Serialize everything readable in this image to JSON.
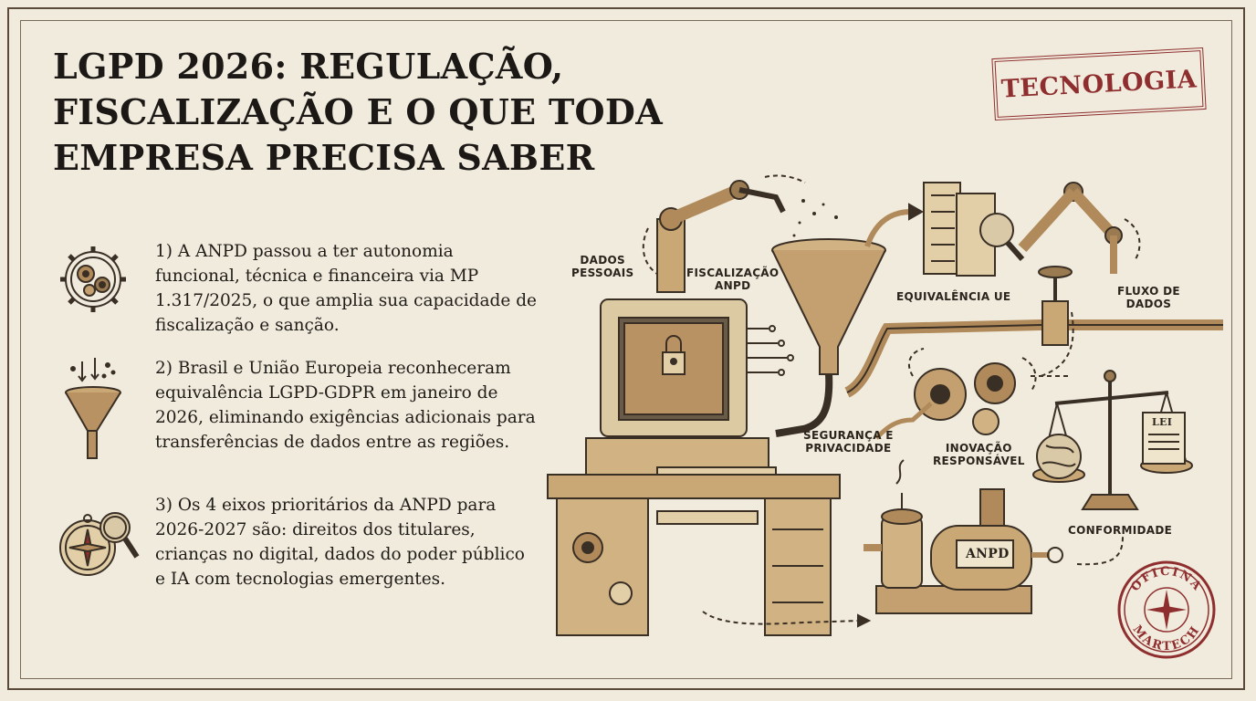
{
  "title": {
    "line1": "LGPD 2026: REGULAÇÃO,",
    "line2": "FISCALIZAÇÃO E O QUE TODA",
    "line3": "EMPRESA PRECISA SABER"
  },
  "stamp": {
    "label": "TECNOLOGIA",
    "color": "#8e2e2e"
  },
  "items": [
    {
      "text": "1) A ANPD passou a ter autonomia funcional, técnica e financeira via MP 1.317/2025, o que amplia sua capacidade de fiscalização e sanção.",
      "icon": "gears-icon"
    },
    {
      "text": "2) Brasil e União Europeia reconheceram equivalência LGPD-GDPR em janeiro de 2026, eliminando exigências adicionais para transferências de dados entre as regiões.",
      "icon": "funnel-icon"
    },
    {
      "text": "3) Os 4 eixos prioritários da ANPD para 2026-2027 são: direitos dos titulares, crianças no digital, dados do poder público e IA com tecnologias emergentes.",
      "icon": "compass-magnifier-icon"
    }
  ],
  "illustration": {
    "labels": {
      "dados_pessoais_1": "DADOS",
      "dados_pessoais_2": "PESSOAIS",
      "fiscalizacao_1": "FISCALIZAÇÃO",
      "fiscalizacao_2": "ANPD",
      "equivalencia": "EQUIVALÊNCIA UE",
      "fluxo_1": "FLUXO DE",
      "fluxo_2": "DADOS",
      "seguranca_1": "SEGURANÇA E",
      "seguranca_2": "PRIVACIDADE",
      "inovacao_1": "INOVAÇÃO",
      "inovacao_2": "RESPONSÁVEL",
      "conformidade": "CONFORMIDADE",
      "anpd_machine": "ANPD",
      "lei_document": "LEI"
    }
  },
  "seal": {
    "top": "OFICINA",
    "bottom": "MARTECH",
    "color": "#8e2e2e"
  },
  "colors": {
    "background": "#f1ebdd",
    "ink": "#1f1c18",
    "sepia": "#8a6a48"
  }
}
